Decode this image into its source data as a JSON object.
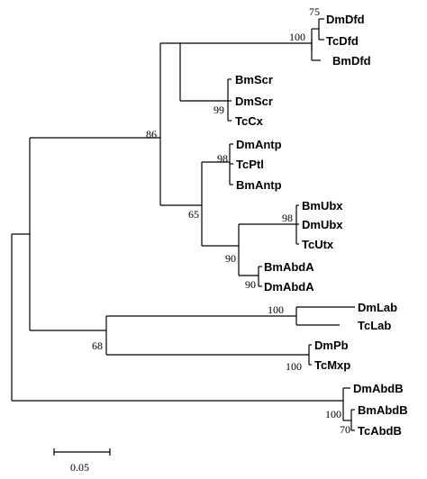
{
  "figure": {
    "scale_bar_label": "0.05",
    "taxa": {
      "DmDfd": "DmDfd",
      "TcDfd": "TcDfd",
      "BmDfd": "BmDfd",
      "BmScr": "BmScr",
      "DmScr": "DmScr",
      "TcCx": "TcCx",
      "DmAntp": "DmAntp",
      "TcPtl": "TcPtl",
      "BmAntp": "BmAntp",
      "BmUbx": "BmUbx",
      "DmUbx": "DmUbx",
      "TcUtx": "TcUtx",
      "BmAbdA": "BmAbdA",
      "DmAbdA": "DmAbdA",
      "DmLab": "DmLab",
      "TcLab": "TcLab",
      "DmPb": "DmPb",
      "TcMxp": "TcMxp",
      "DmAbdB": "DmAbdB",
      "BmAbdB": "BmAbdB",
      "TcAbdB": "TcAbdB"
    },
    "bootstrap": {
      "dm_tc_dfd": "75",
      "dfd_clade": "100",
      "scr_cx_clade": "99",
      "antp_ptl_clade": "98",
      "ubx_clade": "98",
      "ubx_abda_clade": "90",
      "abda_clade": "90",
      "trunk_clade": "65",
      "anterior_trunk_clade": "86",
      "lab_clade": "100",
      "pb_mxp_clade": "100",
      "lab_pb_clade": "68",
      "abdb_clade": "100",
      "bm_tc_abdb": "70"
    }
  }
}
